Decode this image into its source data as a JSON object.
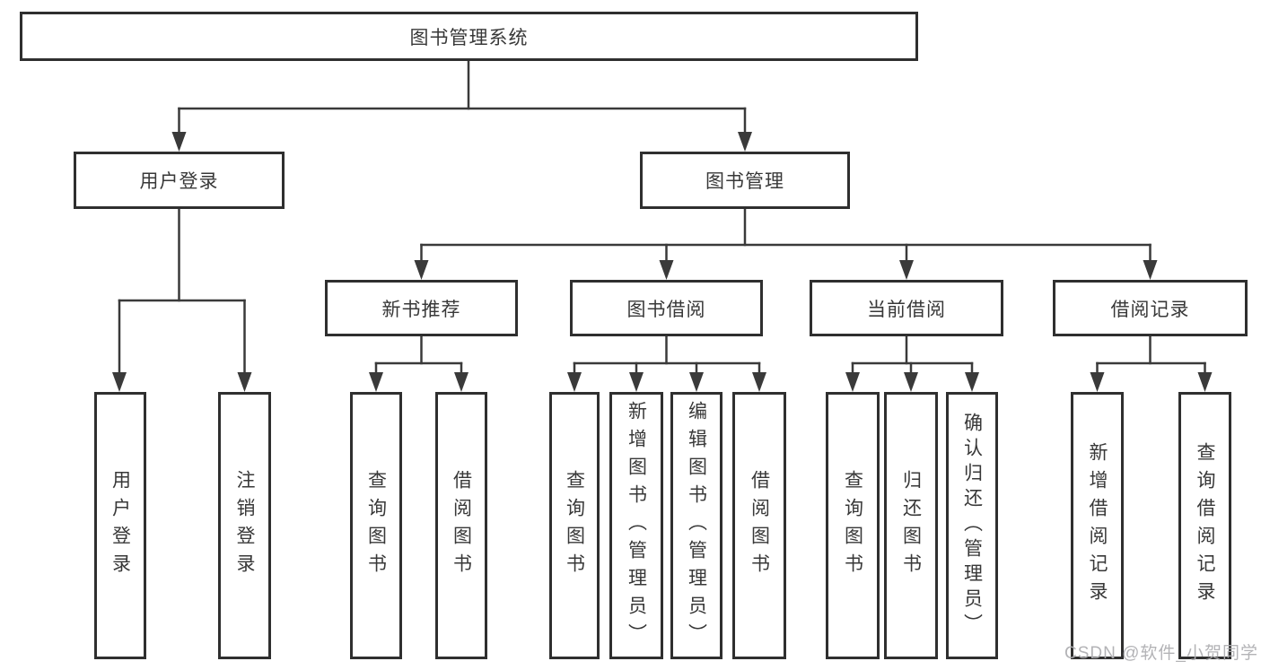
{
  "root": {
    "label": "图书管理系统"
  },
  "level2": [
    {
      "label": "用户登录"
    },
    {
      "label": "图书管理"
    }
  ],
  "level3": [
    {
      "label": "新书推荐"
    },
    {
      "label": "图书借阅"
    },
    {
      "label": "当前借阅"
    },
    {
      "label": "借阅记录"
    }
  ],
  "leaves": [
    {
      "label": "用户登录"
    },
    {
      "label": "注销登录"
    },
    {
      "label": "查询图书"
    },
    {
      "label": "借阅图书"
    },
    {
      "label": "查询图书"
    },
    {
      "label": "新增图书（管理员）"
    },
    {
      "label": "编辑图书（管理员）"
    },
    {
      "label": "借阅图书"
    },
    {
      "label": "查询图书"
    },
    {
      "label": "归还图书"
    },
    {
      "label": "确认归还（管理员）"
    },
    {
      "label": "新增借阅记录"
    },
    {
      "label": "查询借阅记录"
    }
  ],
  "hierarchy": {
    "图书管理系统": [
      "用户登录",
      "图书管理"
    ],
    "用户登录": [
      "用户登录",
      "注销登录"
    ],
    "图书管理": [
      "新书推荐",
      "图书借阅",
      "当前借阅",
      "借阅记录"
    ],
    "新书推荐": [
      "查询图书",
      "借阅图书"
    ],
    "图书借阅": [
      "查询图书",
      "新增图书（管理员）",
      "编辑图书（管理员）",
      "借阅图书"
    ],
    "当前借阅": [
      "查询图书",
      "归还图书",
      "确认归还（管理员）"
    ],
    "借阅记录": [
      "新增借阅记录",
      "查询借阅记录"
    ]
  },
  "watermark": "CSDN @软件_小贺同学",
  "colors": {
    "line": "#3a3a3a",
    "box_border": "#2f2f2f",
    "text": "#383838",
    "watermark": "#afafb2",
    "background": "#ffffff"
  }
}
